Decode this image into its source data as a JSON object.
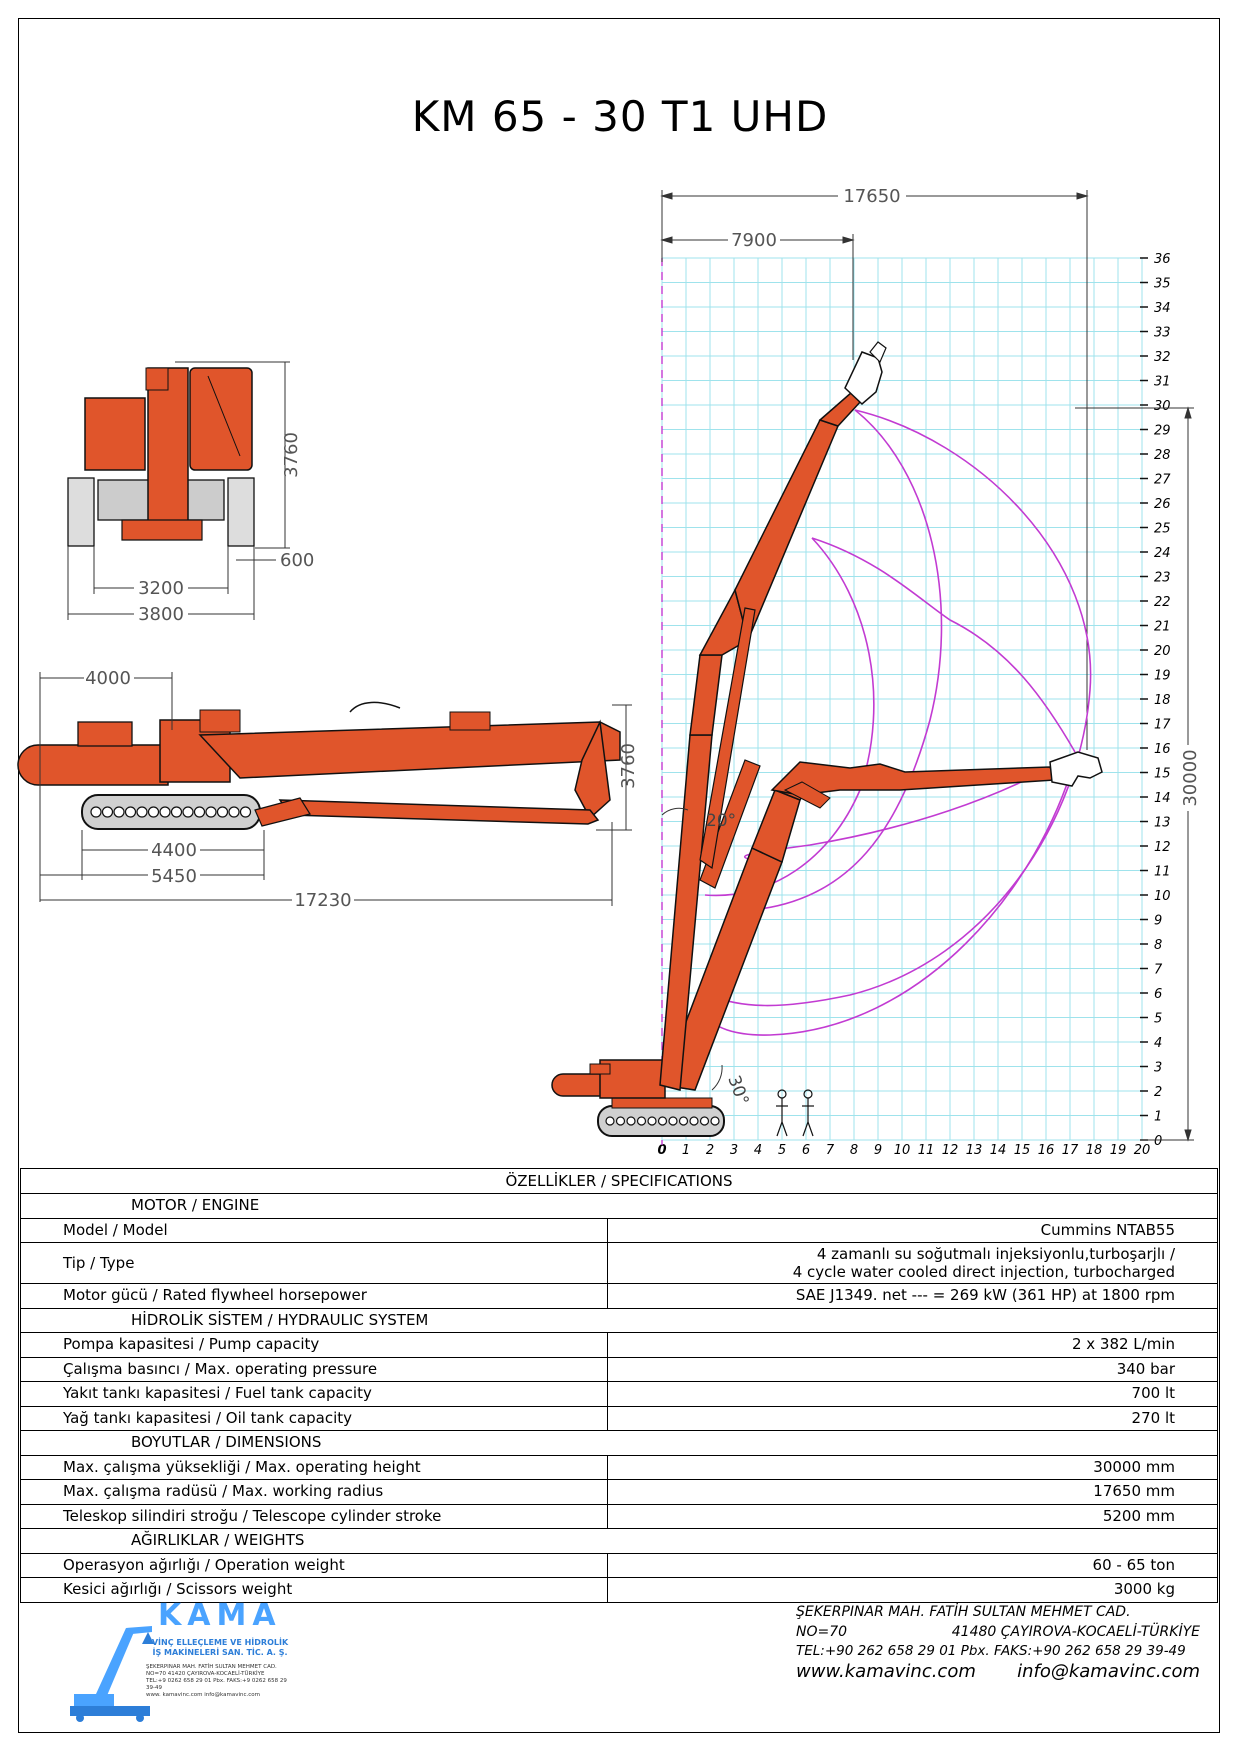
{
  "title": "KM 65 - 30 T1 UHD",
  "diagram": {
    "dim_17650": "17650",
    "dim_7900": "7900",
    "dim_30000": "30000",
    "angle_20": "20°",
    "angle_30": "30°",
    "y_labels": [
      "0",
      "1",
      "2",
      "3",
      "4",
      "5",
      "6",
      "7",
      "8",
      "9",
      "10",
      "11",
      "12",
      "13",
      "14",
      "15",
      "16",
      "17",
      "18",
      "19",
      "20",
      "21",
      "22",
      "23",
      "24",
      "25",
      "26",
      "27",
      "28",
      "29",
      "30",
      "31",
      "32",
      "33",
      "34",
      "35",
      "36"
    ],
    "x_labels": [
      "0",
      "1",
      "2",
      "3",
      "4",
      "5",
      "6",
      "7",
      "8",
      "9",
      "10",
      "11",
      "12",
      "13",
      "14",
      "15",
      "16",
      "17",
      "18",
      "19",
      "20"
    ],
    "front_dims": {
      "height": "3760",
      "track": "600",
      "gauge": "3200",
      "width": "3800"
    },
    "side_dims": {
      "tail": "4000",
      "height": "3760",
      "track": "4400",
      "carriage": "5450",
      "length": "17230"
    },
    "colors": {
      "machine": "#e0552b",
      "grid": "#9fe3ec",
      "arc": "#c23bd2",
      "dim": "#333333"
    }
  },
  "specs": {
    "title": "ÖZELLİKLER / SPECIFICATIONS",
    "engine": {
      "heading": "MOTOR / ENGINE",
      "model_label": "Model / Model",
      "model_value": "Cummins NTAB55",
      "type_label": "Tip / Type",
      "type_value_1": "4 zamanlı su soğutmalı injeksiyonlu,turboşarjlı /",
      "type_value_2": "4 cycle water cooled direct injection, turbocharged",
      "power_label": "Motor gücü / Rated flywheel horsepower",
      "power_value": "SAE J1349. net --- = 269 kW (361 HP) at 1800 rpm"
    },
    "hydraulic": {
      "heading": "HİDROLİK SİSTEM / HYDRAULIC SYSTEM",
      "rows": [
        {
          "label": "Pompa kapasitesi / Pump capacity",
          "value": "2 x 382 L/min"
        },
        {
          "label": "Çalışma basıncı / Max. operating pressure",
          "value": "340 bar"
        },
        {
          "label": "Yakıt tankı kapasitesi / Fuel tank capacity",
          "value": "700 lt"
        },
        {
          "label": "Yağ tankı kapasitesi / Oil tank capacity",
          "value": "270 lt"
        }
      ]
    },
    "dimensions": {
      "heading": "BOYUTLAR / DIMENSIONS",
      "rows": [
        {
          "label": "Max. çalışma yüksekliği / Max. operating height",
          "value": "30000 mm"
        },
        {
          "label": "Max. çalışma radüsü  / Max. working radius",
          "value": "17650 mm"
        },
        {
          "label": "Teleskop silindiri stroğu / Telescope cylinder stroke",
          "value": "5200 mm"
        }
      ]
    },
    "weights": {
      "heading": "AĞIRLIKLAR / WEIGHTS",
      "rows": [
        {
          "label": "Operasyon ağırlığı / Operation weight",
          "value": "60 - 65 ton"
        },
        {
          "label": "Kesici ağırlığı / Scissors weight",
          "value": "3000 kg"
        }
      ]
    }
  },
  "footer": {
    "address_line1": "ŞEKERPINAR MAH. FATİH SULTAN MEHMET CAD.",
    "address_no": "NO=70",
    "address_city": "41480 ÇAYIROVA-KOCAELİ-TÜRKİYE",
    "phone": "TEL:+90 262 658 29 01 Pbx. FAKS:+90 262 658 29 39-49",
    "website": "www.kamavinc.com",
    "email": "info@kamavinc.com"
  },
  "logo": {
    "name": "KAMA",
    "tagline_1": "VİNÇ ELLEÇLEME VE HİDROLİK",
    "tagline_2": "İŞ MAKİNELERİ SAN. TİC. A. Ş.",
    "tiny_1": "ŞEKERPINAR MAH. FATİH SULTAN MEHMET CAD.",
    "tiny_2": "NO=70      41420 ÇAYIROVA-KOCAELİ-TÜRKİYE",
    "tiny_3": "TEL:+9 0262 658 29 01 Pbx. FAKS:+9 0262 658 29 39-49",
    "tiny_4": "www. kamavinc.com     info@kamavinc.com"
  }
}
